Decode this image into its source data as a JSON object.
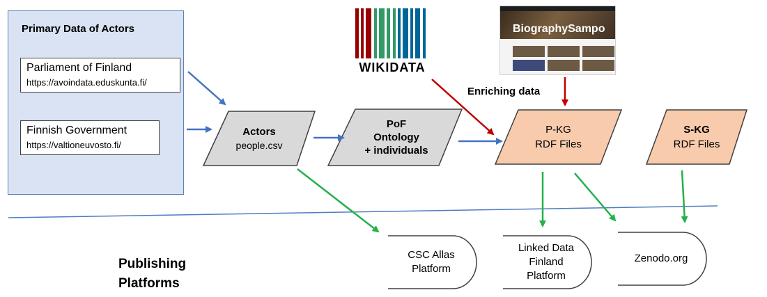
{
  "primary": {
    "title": "Primary Data of Actors",
    "sources": [
      {
        "name": "Parliament of Finland",
        "url": "https://avoindata.eduskunta.fi/"
      },
      {
        "name": "Finnish Government",
        "url": "https://valtioneuvosto.fi/"
      }
    ]
  },
  "actors": {
    "title": "Actors",
    "file": "people.csv"
  },
  "ontology": {
    "line1": "PoF",
    "line2": "Ontology",
    "line3": "+ individuals"
  },
  "pkg": {
    "title": "P-KG",
    "subtitle": "RDF Files"
  },
  "skg": {
    "title": "S-KG",
    "subtitle": "RDF Files"
  },
  "wikidata": {
    "wordmark": "WIKIDATA"
  },
  "biographysampo": {
    "title": "BiographySampo"
  },
  "enriching_label": "Enriching data",
  "publishing": {
    "line1": "Publishing",
    "line2": "Platforms"
  },
  "platforms": [
    {
      "lines": [
        "CSC Allas",
        "Platform"
      ]
    },
    {
      "lines": [
        "Linked Data",
        "Finland",
        "Platform"
      ]
    },
    {
      "lines": [
        "Zenodo.org"
      ]
    }
  ],
  "colors": {
    "flow_arrow": "#4472c4",
    "enrich_arrow": "#c00000",
    "publish_arrow": "#22b14c",
    "kg_fill": "#f8cbad",
    "process_fill": "#d9d9d9",
    "primary_fill": "#dae3f3"
  }
}
